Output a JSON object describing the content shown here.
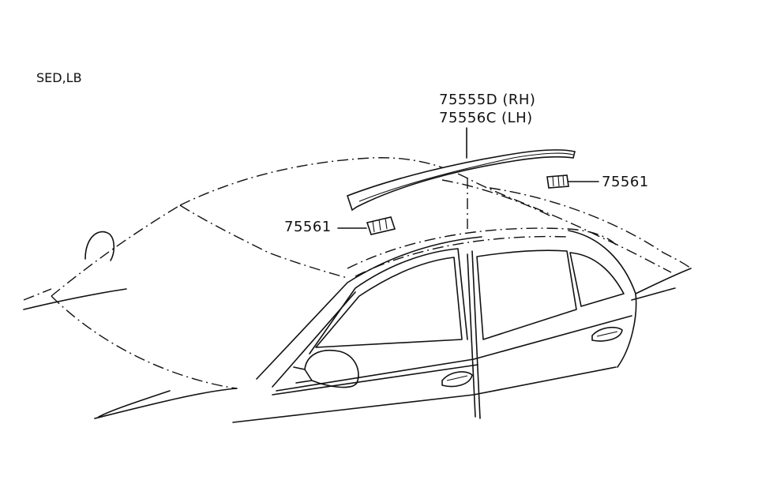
{
  "diagram": {
    "variant_label": "SED,LB",
    "parts": {
      "molding_rh": "75555D (RH)",
      "molding_lh": "75556C (LH)",
      "clip_left": "75561",
      "clip_right": "75561"
    }
  }
}
